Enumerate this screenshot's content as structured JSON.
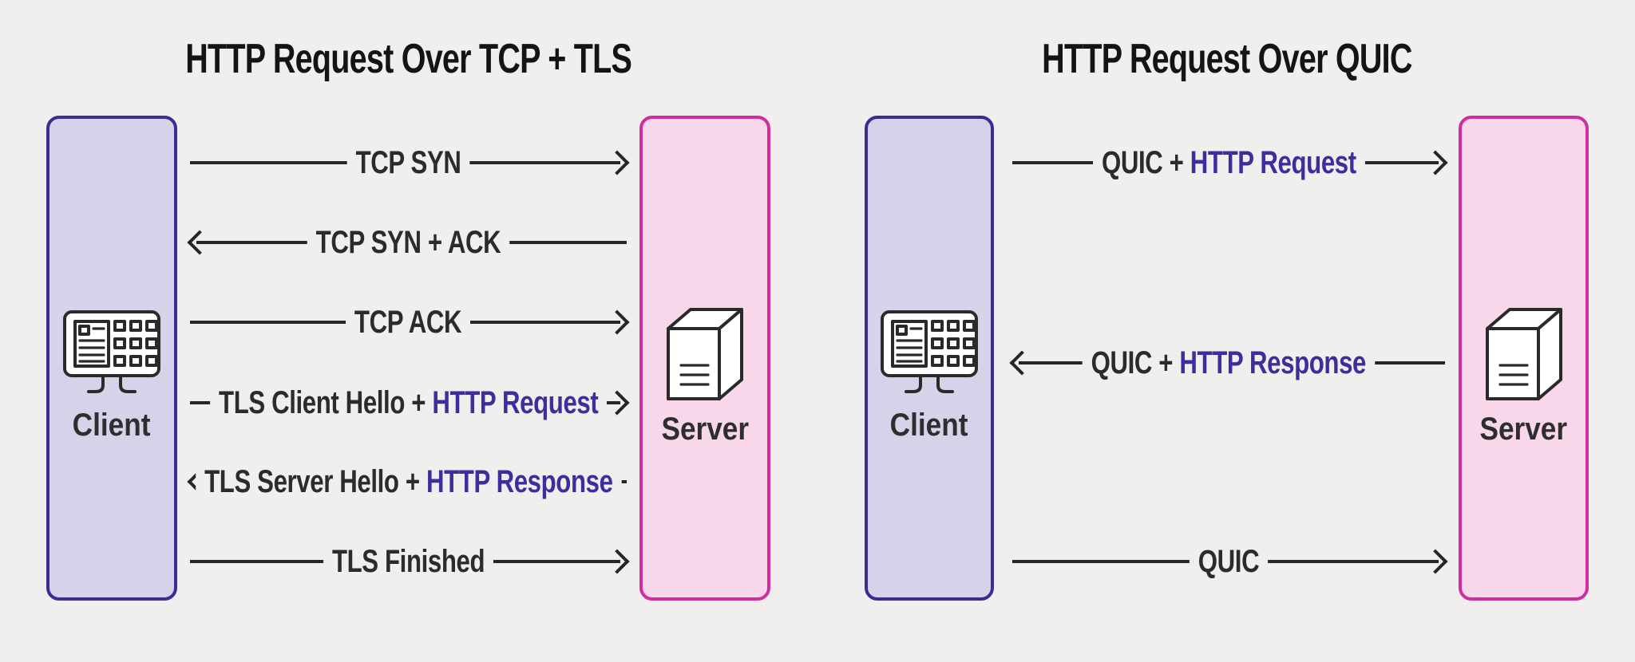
{
  "page": {
    "background": "#f0efed"
  },
  "colors": {
    "client_fill": "#d7d2e9",
    "client_border": "#3a2d94",
    "server_fill": "#f8d7ea",
    "server_border": "#cf2f9e",
    "arrow_line": "#262626",
    "text_dark": "#2b2b2b",
    "text_highlight": "#3e2d9c"
  },
  "icons": {
    "client": "client-monitor-icon",
    "server": "server-box-icon"
  },
  "diagrams": [
    {
      "title": "HTTP Request Over TCP + TLS",
      "client": {
        "label": "Client"
      },
      "server": {
        "label": "Server"
      },
      "messages": [
        {
          "text": "TCP SYN",
          "highlight": "",
          "direction": "right"
        },
        {
          "text": "TCP SYN + ACK",
          "highlight": "",
          "direction": "left"
        },
        {
          "text": "TCP ACK",
          "highlight": "",
          "direction": "right"
        },
        {
          "text": "TLS Client Hello + ",
          "highlight": "HTTP Request",
          "direction": "right"
        },
        {
          "text": "TLS Server Hello + ",
          "highlight": "HTTP Response",
          "direction": "left"
        },
        {
          "text": "TLS Finished",
          "highlight": "",
          "direction": "right"
        }
      ]
    },
    {
      "title": "HTTP Request Over QUIC",
      "client": {
        "label": "Client"
      },
      "server": {
        "label": "Server"
      },
      "messages": [
        {
          "text": "QUIC + ",
          "highlight": "HTTP Request",
          "direction": "right"
        },
        {
          "text": "QUIC + ",
          "highlight": "HTTP Response",
          "direction": "left"
        },
        {
          "text": "QUIC",
          "highlight": "",
          "direction": "right"
        }
      ]
    }
  ]
}
